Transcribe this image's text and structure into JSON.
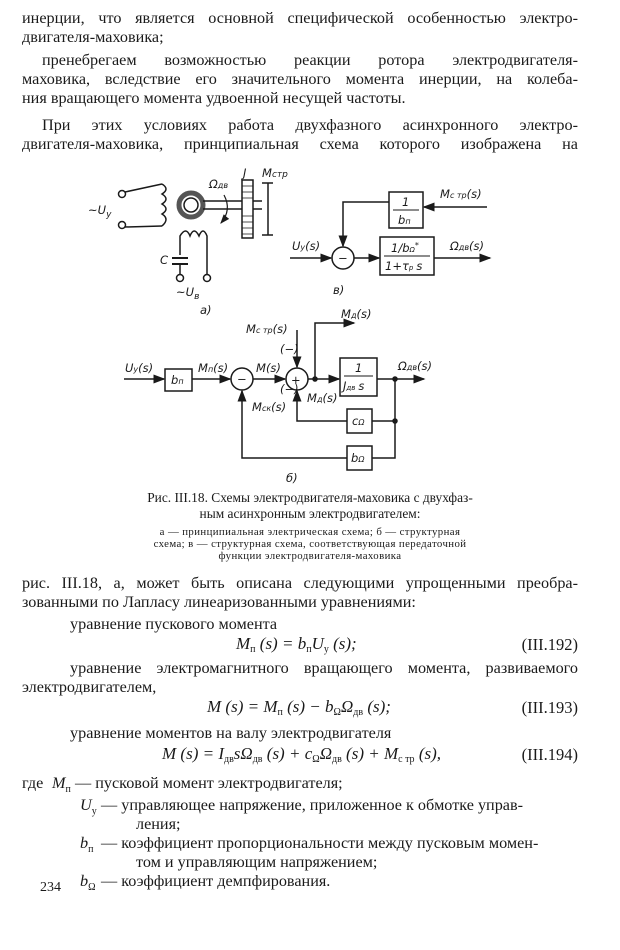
{
  "paragraphs": [
    {
      "lines": [
        "инерции, что является основной специфической особенностью электро-",
        "двигателя-маховика;"
      ]
    },
    {
      "lines": [
        "пренебрегаем возможностью реакции ротора электродвигателя-",
        "маховика, вследствие его значительного момента инерции, на колеба-",
        "ния вращающего момента удвоенной несущей частоты."
      ]
    },
    {
      "lines": [
        "При этих условиях работа двухфазного асинхронного электро-",
        "двигателя-маховика, принципиальная схема которого изображена на"
      ]
    }
  ],
  "figure": {
    "a": {
      "u_y": "~U",
      "u_y_sub": "y",
      "c": "C",
      "u_v": "~U",
      "u_v_sub": "в",
      "omega": "Ω",
      "omega_sub": "дв",
      "j": "J",
      "m_str": "M",
      "m_str_sub": "стр",
      "label": "а)"
    },
    "v": {
      "box1_num": "1",
      "box1_den": "b",
      "box1_den_sub": "п",
      "m_str": "M",
      "m_str_sub": "с тр",
      "m_str_arg": "(s)",
      "u_y": "U",
      "u_y_sub": "y",
      "u_y_arg": "(s)",
      "box2_num": "1/b",
      "box2_num_sub": "Ω",
      "box2_star": "*",
      "box2_den": "1+τ",
      "box2_den_sub": "p",
      "box2_den_s": "s",
      "minus": "−",
      "omega": "Ω",
      "omega_sub": "дв",
      "omega_arg": "(s)",
      "label": "в)"
    },
    "b": {
      "u_y": "U",
      "u_y_sub": "y",
      "arg": "(s)",
      "b_p": "b",
      "b_p_sub": "п",
      "m_p": "M",
      "m_p_sub": "п",
      "m": "M",
      "m_str": "M",
      "m_str_sub": "с тр",
      "m_d": "M",
      "m_d_sub": "д",
      "m_sk": "M",
      "m_sk_sub": "ск",
      "neg": "(−)",
      "minus": "−",
      "plus": "+",
      "box_num": "1",
      "box_den": "J",
      "box_den_sub": "дв",
      "box_den_s": "s",
      "omega": "Ω",
      "omega_sub": "дв",
      "c_om": "c",
      "c_om_sub": "Ω",
      "b_om": "b",
      "b_om_sub": "Ω",
      "label": "б)"
    }
  },
  "caption": {
    "title_lines": [
      "Рис. III.18. Схемы электродвигателя-маховика с двухфаз-",
      "ным асинхронным электродвигателем:"
    ],
    "legend_lines": [
      "а — принципиальная электрическая схема; б — структурная",
      "схема; в — структурная схема, соответствующая передаточной",
      "функции электродвигателя-маховика"
    ]
  },
  "text2": {
    "lines": [
      "рис. III.18, а, может быть описана следующими упрощенными преобра-",
      "зованными по Лапласу линеаризованными уравнениями:"
    ],
    "eq192_intro": "уравнение пускового момента",
    "eq193_intro_lines": [
      "уравнение электромагнитного вращающего момента, развиваемого",
      "электродвигателем,"
    ],
    "eq194_intro": "уравнение моментов на валу электродвигателя"
  },
  "equations": [
    {
      "number": "(III.192)",
      "parts": [
        {
          "t": "M"
        },
        {
          "s": "п"
        },
        {
          "t": " (s) = b"
        },
        {
          "s": "п"
        },
        {
          "t": "U"
        },
        {
          "s": "у"
        },
        {
          "t": " (s);"
        }
      ]
    },
    {
      "number": "(III.193)",
      "parts": [
        {
          "t": "M (s) = M"
        },
        {
          "s": "п"
        },
        {
          "t": " (s) − b"
        },
        {
          "s": "Ω"
        },
        {
          "t": "Ω"
        },
        {
          "s": "дв"
        },
        {
          "t": " (s);"
        }
      ]
    },
    {
      "number": "(III.194)",
      "parts": [
        {
          "t": "M (s) = I"
        },
        {
          "s": "дв"
        },
        {
          "t": "sΩ"
        },
        {
          "s": "дв"
        },
        {
          "t": " (s) + c"
        },
        {
          "s": "Ω"
        },
        {
          "t": "Ω"
        },
        {
          "s": "дв"
        },
        {
          "t": " (s) + M"
        },
        {
          "s": "с тр"
        },
        {
          "t": " (s),"
        }
      ]
    }
  ],
  "where": {
    "prefix": "где",
    "items": [
      {
        "sym": "M",
        "sub": "п",
        "lines": [
          "— пусковой момент электродвигателя;"
        ]
      },
      {
        "sym": "U",
        "sub": "у",
        "lines": [
          "— управляющее напряжение, приложенное к обмотке управ-",
          "ления;"
        ]
      },
      {
        "sym": "b",
        "sub": "п",
        "lines": [
          "— коэффициент пропорциональности между пусковым момен-",
          "том и управляющим напряжением;"
        ]
      },
      {
        "sym": "b",
        "sub": "Ω",
        "lines": [
          "— коэффициент демпфирования."
        ]
      }
    ]
  },
  "page_number": "234"
}
